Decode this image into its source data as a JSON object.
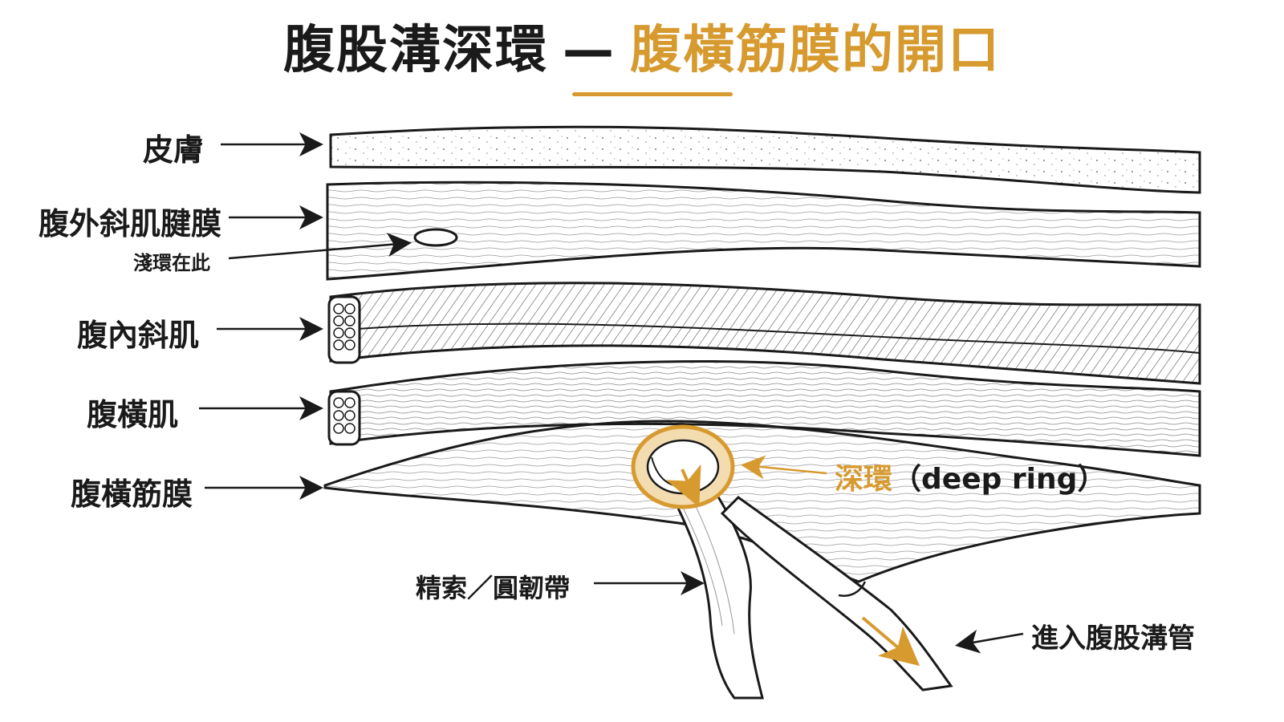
{
  "title": {
    "main": "腹股溝深環",
    "dash": "—",
    "accent": "腹橫筋膜的開口"
  },
  "layers": [
    {
      "label": "皮膚"
    },
    {
      "label": "腹外斜肌腱膜"
    },
    {
      "label": "腹內斜肌"
    },
    {
      "label": "腹橫肌"
    },
    {
      "label": "腹橫筋膜"
    }
  ],
  "annotations": {
    "superficial_ring": "淺環在此",
    "deep_ring_zh": "深環",
    "deep_ring_en": "（deep ring）",
    "spermatic_cord": "精索／圓韌帶",
    "inguinal_canal": "進入腹股溝管"
  },
  "colors": {
    "accent": "#d79a2f",
    "ink": "#1a1a1a",
    "ring_fill": "#f3dcb0"
  }
}
